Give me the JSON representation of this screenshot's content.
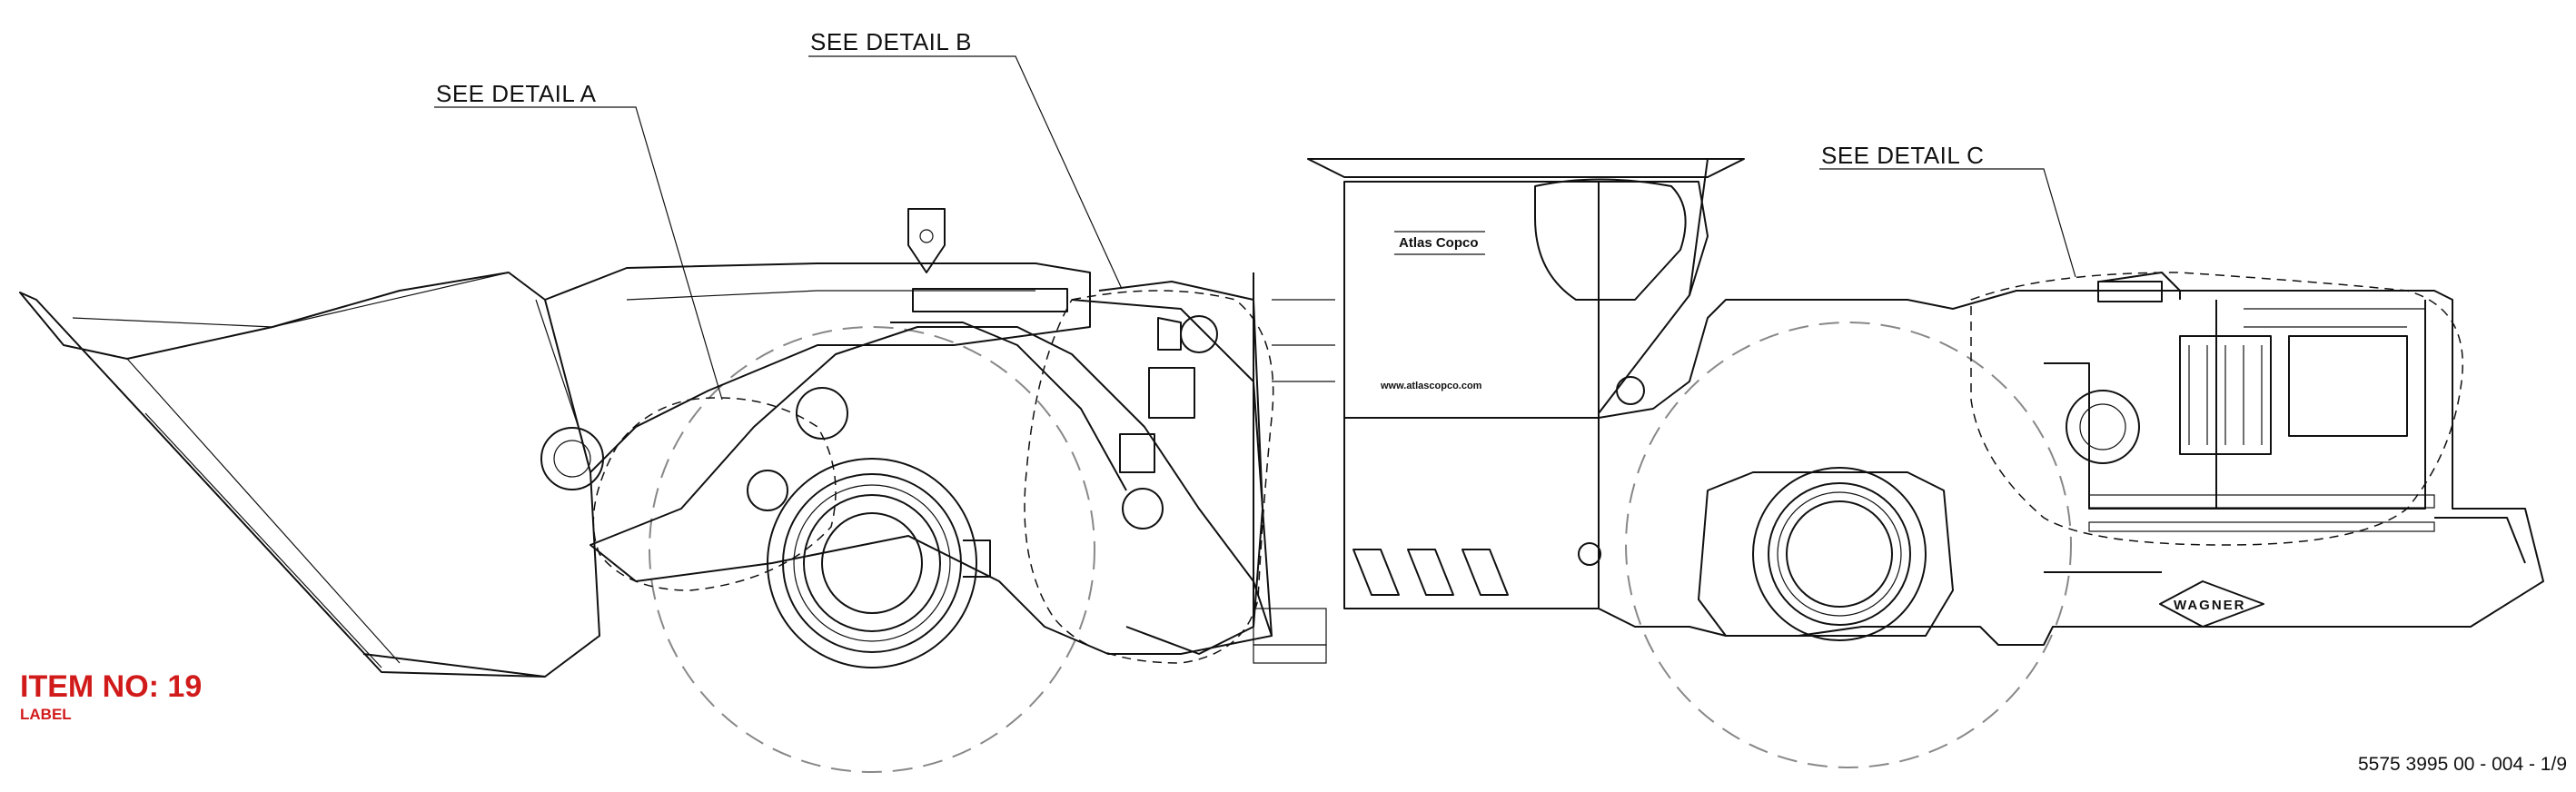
{
  "callouts": {
    "detail_a": "SEE DETAIL  A",
    "detail_b": "SEE DETAIL  B",
    "detail_c": "SEE DETAIL  C"
  },
  "branding": {
    "cab_brand": "Atlas  Copco",
    "cab_url": "www.atlascopco.com",
    "maker_badge": "WAGNER"
  },
  "item_tag": {
    "number": "ITEM NO: 19",
    "label": "LABEL"
  },
  "document_number": "5575 3995 00 - 004 - 1/9",
  "colors": {
    "line": "#111111",
    "item_tag": "#d11a1a",
    "phantom": "#888888"
  }
}
